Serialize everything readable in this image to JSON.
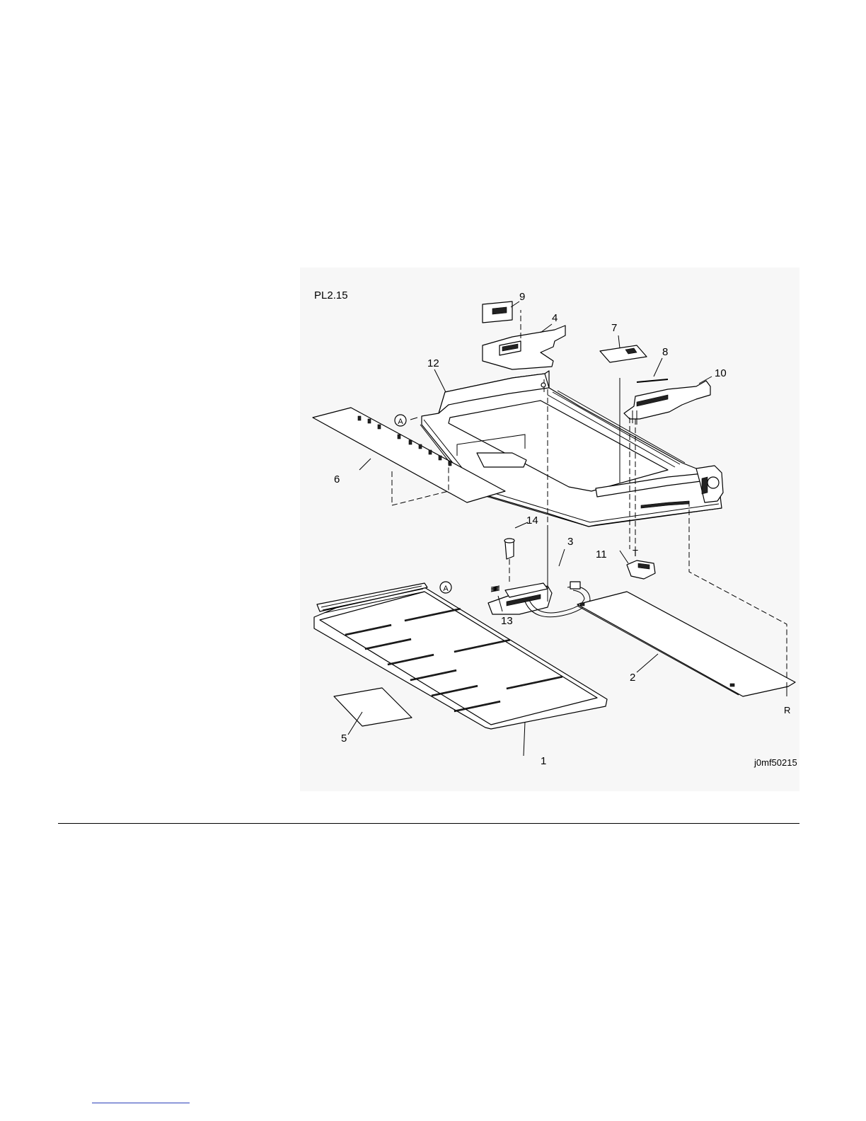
{
  "figure": {
    "title": "PL2.15",
    "code": "j0mf50215",
    "callouts": [
      "1",
      "2",
      "3",
      "4",
      "5",
      "6",
      "7",
      "8",
      "9",
      "10",
      "11",
      "12",
      "13",
      "14"
    ],
    "markers": {
      "a": "A",
      "r": "R",
      "t": "T"
    }
  }
}
